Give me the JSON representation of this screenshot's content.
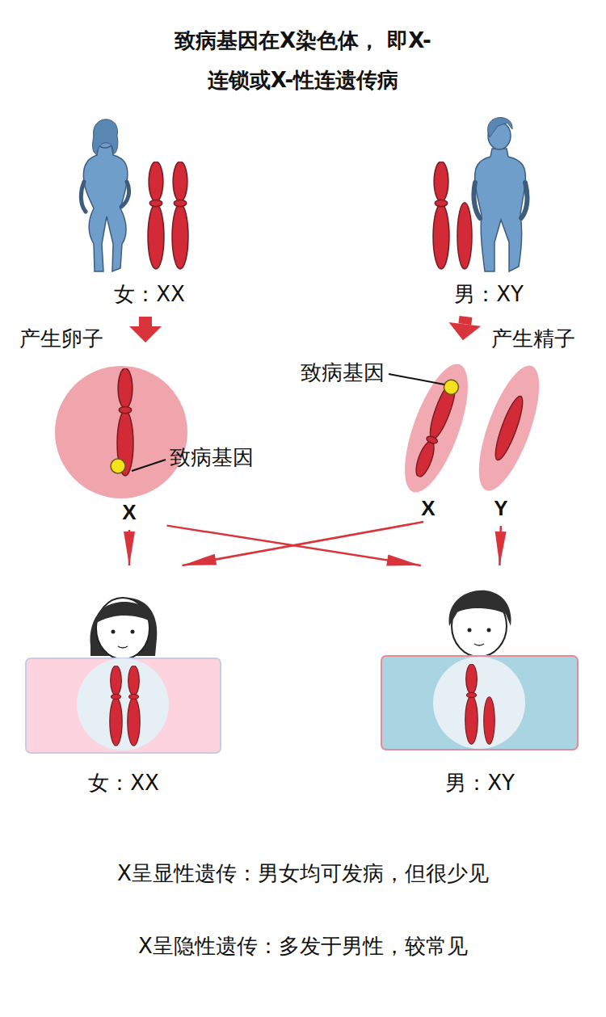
{
  "diagram": {
    "title": "致病基因在X染色体， 即X-连锁或X-性连遗传病",
    "nodes": [
      {
        "text": [
          "女：XX"
        ]
      },
      {
        "text": [
          "男：XY"
        ]
      },
      {
        "text": [
          "X"
        ]
      },
      {
        "text": [
          "X"
        ]
      },
      {
        "text": [
          "Y"
        ]
      },
      {
        "text": [
          "女：XX"
        ]
      },
      {
        "text": [
          "男：XY"
        ]
      }
    ],
    "edges": [
      {
        "from": 0,
        "to": 2,
        "arrow": "to",
        "label": "产生卵子"
      },
      {
        "from": 1,
        "to": 3,
        "arrow": "to",
        "label": "产生精子"
      },
      {
        "from": 2,
        "to": 5,
        "arrow": "to"
      },
      {
        "from": 2,
        "to": 6,
        "arrow": "to"
      },
      {
        "from": 3,
        "to": 5,
        "arrow": "to"
      },
      {
        "from": 4,
        "to": 6,
        "arrow": "to"
      }
    ],
    "labels": [
      "致病基因",
      "致病基因",
      "X呈显性遗传：男女均可发病，但很少见",
      "X呈隐性遗传：多发于男性，较常见"
    ]
  }
}
